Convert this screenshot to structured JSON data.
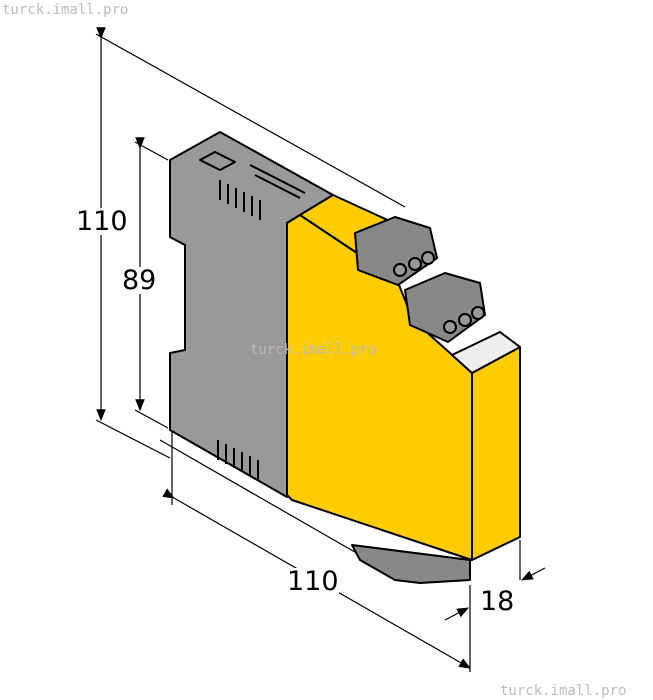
{
  "dimensions": {
    "height_total": "110",
    "height_inner": "89",
    "depth": "110",
    "width": "18"
  },
  "watermark": "turck.imall.pro",
  "colors": {
    "housing_yellow": "#FFCC00",
    "housing_gray": "#999999",
    "terminal_gray": "#888888",
    "outline": "#000000"
  }
}
